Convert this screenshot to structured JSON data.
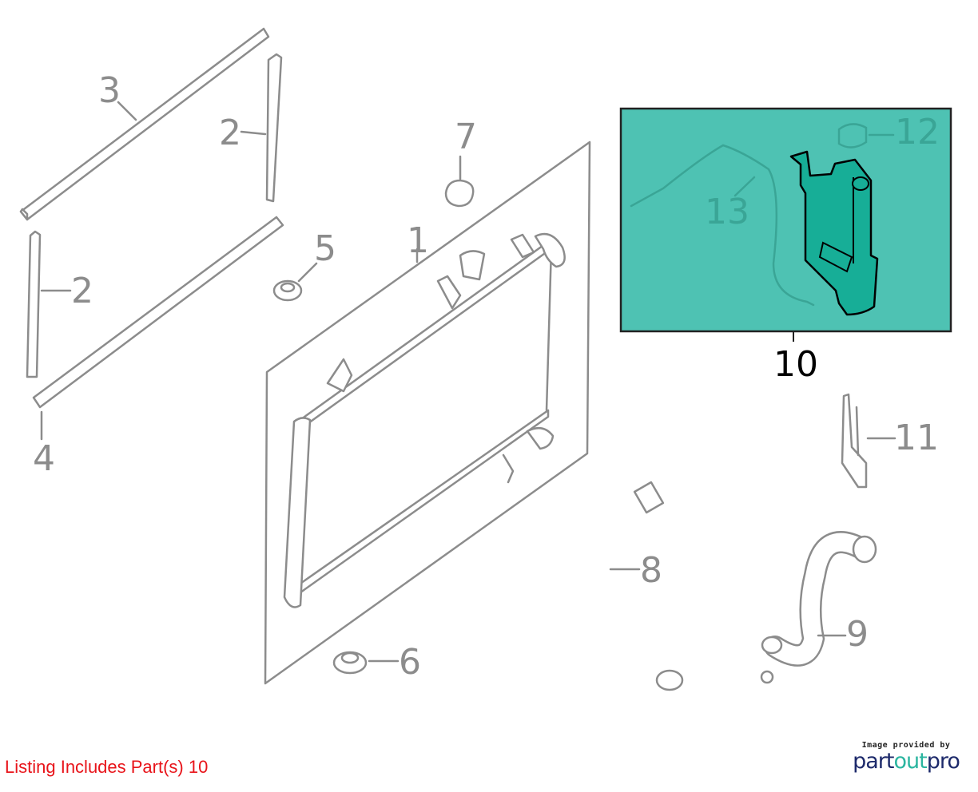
{
  "diagram": {
    "callouts": {
      "c1": "1",
      "c2a": "2",
      "c2b": "2",
      "c3": "3",
      "c4": "4",
      "c5": "5",
      "c6": "6",
      "c7": "7",
      "c8": "8",
      "c9": "9",
      "c10": "10",
      "c11": "11",
      "c12": "12",
      "c13": "13"
    },
    "highlight_color": "#4ec2b3"
  },
  "footer": {
    "listing": "Listing Includes Part(s) 10",
    "credit_small": "Image provided by",
    "brand_part": "part",
    "brand_out": "out",
    "brand_pro": "pro"
  }
}
